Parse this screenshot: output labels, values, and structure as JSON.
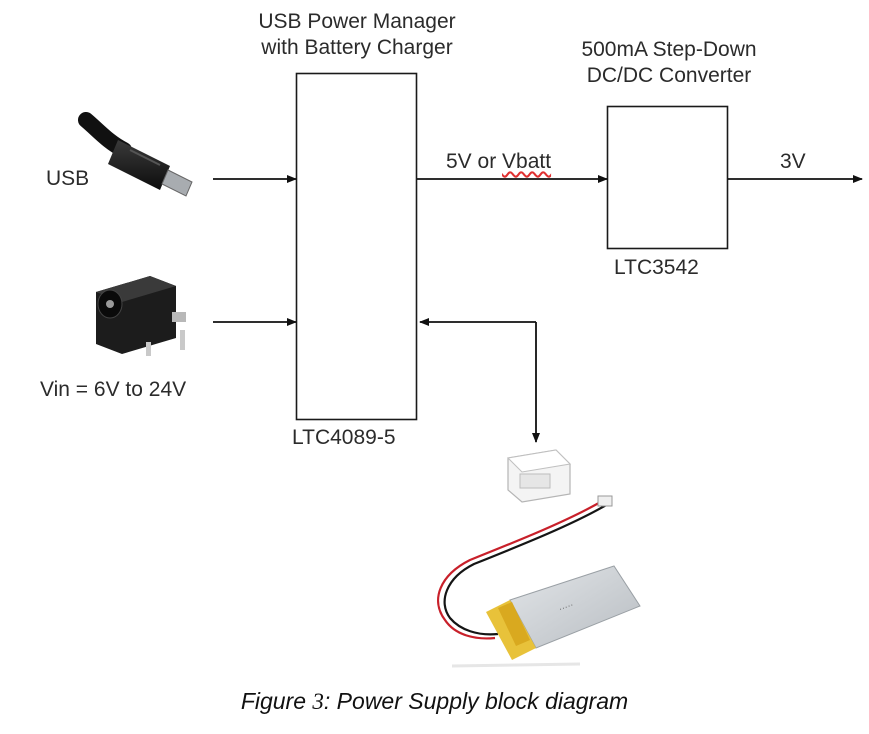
{
  "blocks": {
    "power_manager": {
      "title_line1": "USB Power Manager",
      "title_line2": "with Battery Charger",
      "part": "LTC4089-5"
    },
    "converter": {
      "title_line1": "500mA Step-Down",
      "title_line2": "DC/DC Converter",
      "part": "LTC3542"
    }
  },
  "inputs": {
    "usb": "USB",
    "dc_jack": "Vin = 6V to 24V"
  },
  "signals": {
    "mid_prefix": "5V or ",
    "mid_vbatt": "Vbatt",
    "output": "3V"
  },
  "caption": {
    "prefix": "Figure ",
    "number": "3",
    "suffix": ": Power Supply block diagram"
  },
  "icons": [
    "micro-usb-cable-icon",
    "dc-barrel-jack-icon",
    "battery-connector-icon",
    "lipo-battery-icon"
  ],
  "colors": {
    "line": "#111111",
    "battery_body": "#cfd3d6",
    "battery_tape": "#e8c23a",
    "wire_red": "#c8202a"
  }
}
